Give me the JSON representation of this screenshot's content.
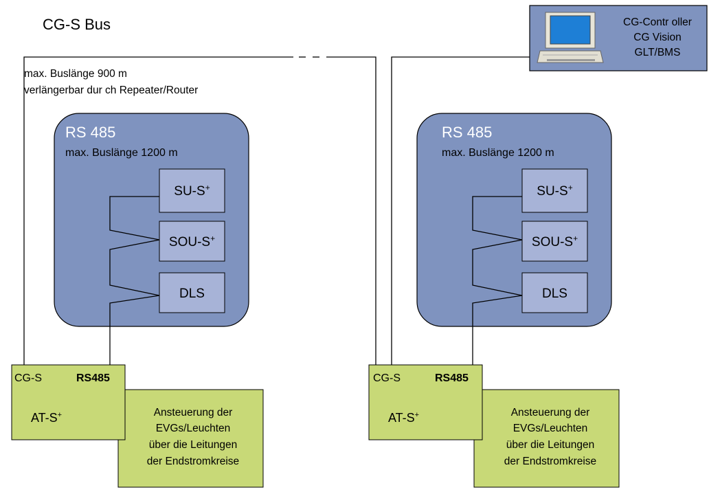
{
  "title": "CG-S Bus",
  "bus_note": {
    "line1": "max. Buslänge 900 m",
    "line2": "verlängerbar dur ch Repeater/Router"
  },
  "controller": {
    "line1": "CG-Contr oller",
    "line2": "CG Vision",
    "line3": "GLT/BMS",
    "icon": "computer-icon"
  },
  "segments": [
    {
      "rs_title": "RS 485",
      "rs_length": "max. Buslänge  1200 m",
      "devices": [
        {
          "base": "SU-S",
          "sup": "+"
        },
        {
          "base": "SOU-S",
          "sup": "+"
        },
        {
          "base": "DLS",
          "sup": ""
        }
      ],
      "at_left_label": "CG-S",
      "at_right_label": "RS485",
      "at_name": "AT-S",
      "at_sup": "+",
      "desc": [
        "Ansteuerung der",
        "EVGs/Leuchten",
        "über die Leitungen",
        "der Endstromkreise"
      ]
    },
    {
      "rs_title": "RS 485",
      "rs_length": "max. Buslänge 1200 m",
      "devices": [
        {
          "base": "SU-S",
          "sup": "+"
        },
        {
          "base": "SOU-S",
          "sup": "+"
        },
        {
          "base": "DLS",
          "sup": ""
        }
      ],
      "at_left_label": "CG-S",
      "at_right_label": "RS485",
      "at_name": "AT-S",
      "at_sup": "+",
      "desc": [
        "Ansteuerung der",
        "EVGs/Leuchten",
        "über die Leitungen",
        "der Endstromkreise"
      ]
    }
  ],
  "colors": {
    "rs_box": "#7f93bf",
    "device_box": "#a7b3d7",
    "controller_box": "#7f93bf",
    "module_box": "#c8d977",
    "line": "#000000"
  }
}
